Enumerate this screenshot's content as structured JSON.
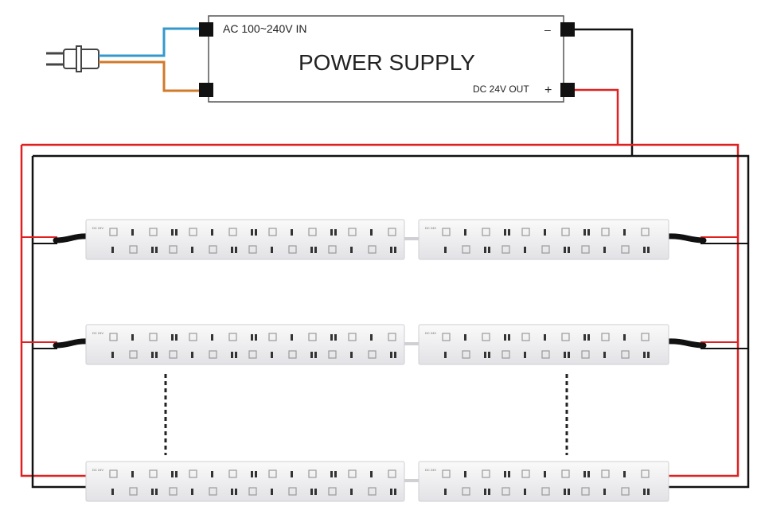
{
  "power_supply": {
    "title": "POWER SUPPLY",
    "input_label": "AC 100~240V IN",
    "output_label": "DC 24V OUT",
    "plus_sign": "+",
    "minus_sign": "–"
  },
  "colors": {
    "positive_wire": "#e02020",
    "negative_wire": "#111111",
    "ac_live_wire": "#3399cc",
    "ac_neutral_wire": "#d07a2a",
    "strip_body": "#f1f1f3",
    "led_chip": "#9a9a9a"
  },
  "strips": {
    "rows": 3,
    "columns": 2,
    "chip_label": "DC 24V",
    "continuation": "more rows in parallel"
  }
}
